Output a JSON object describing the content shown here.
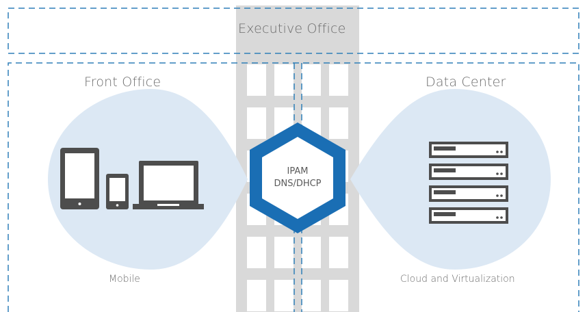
{
  "zones": {
    "executive_office": "Executive Office",
    "front_office": "Front Office",
    "data_center": "Data Center"
  },
  "captions": {
    "mobile": "Mobile",
    "cloud": "Cloud and Virtualization"
  },
  "hub": {
    "line1": "IPAM",
    "line2": "DNS/DHCP"
  },
  "colors": {
    "dashed_border": "#2f7fb8",
    "building": "#d9d9d9",
    "window": "#ffffff",
    "bubble": "#dce8f4",
    "hexagon": "#1a6eb4",
    "device": "#4d4d4d",
    "text": "#6b6b6b"
  },
  "icons": {
    "devices": [
      "tablet-icon",
      "phone-icon",
      "laptop-icon"
    ],
    "servers": [
      "server-icon",
      "server-icon",
      "server-icon",
      "server-icon"
    ]
  }
}
